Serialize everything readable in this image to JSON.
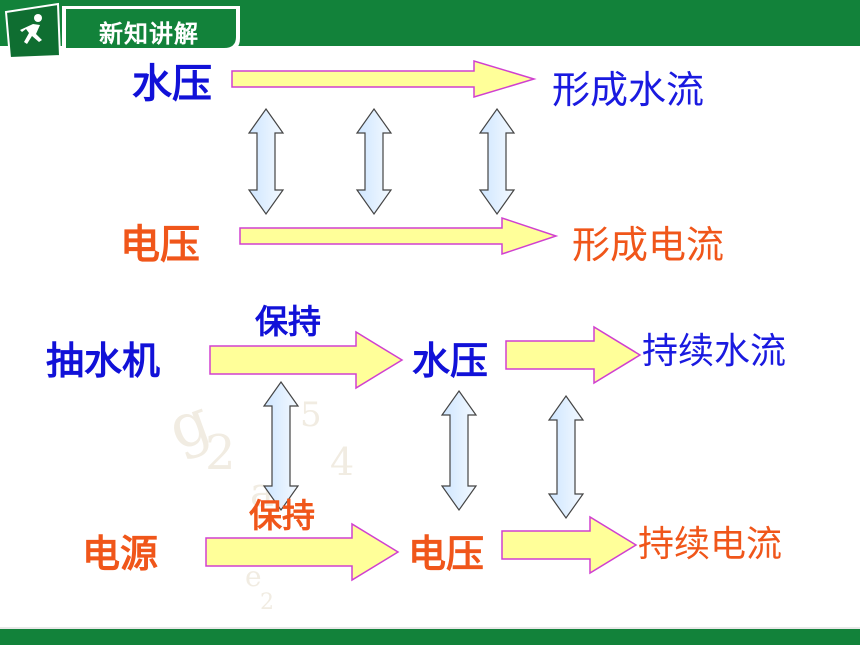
{
  "header": {
    "title": "新知讲解",
    "icon": "running-person-icon"
  },
  "colors": {
    "green": "#12823a",
    "arrow_fill": "#ffff99",
    "arrow_stroke": "#d040d0",
    "double_fill": "#ddeeff",
    "double_stroke": "#444444"
  },
  "analogy1": {
    "top_cause": "水压",
    "top_effect": "形成水流",
    "bottom_cause": "电压",
    "bottom_effect": "形成电流"
  },
  "analogy2": {
    "top_source": "抽水机",
    "top_verb": "保持",
    "top_middle": "水压",
    "top_effect": "持续水流",
    "bottom_source": "电源",
    "bottom_verb": "保持",
    "bottom_middle": "电压",
    "bottom_effect": "持续电流"
  }
}
